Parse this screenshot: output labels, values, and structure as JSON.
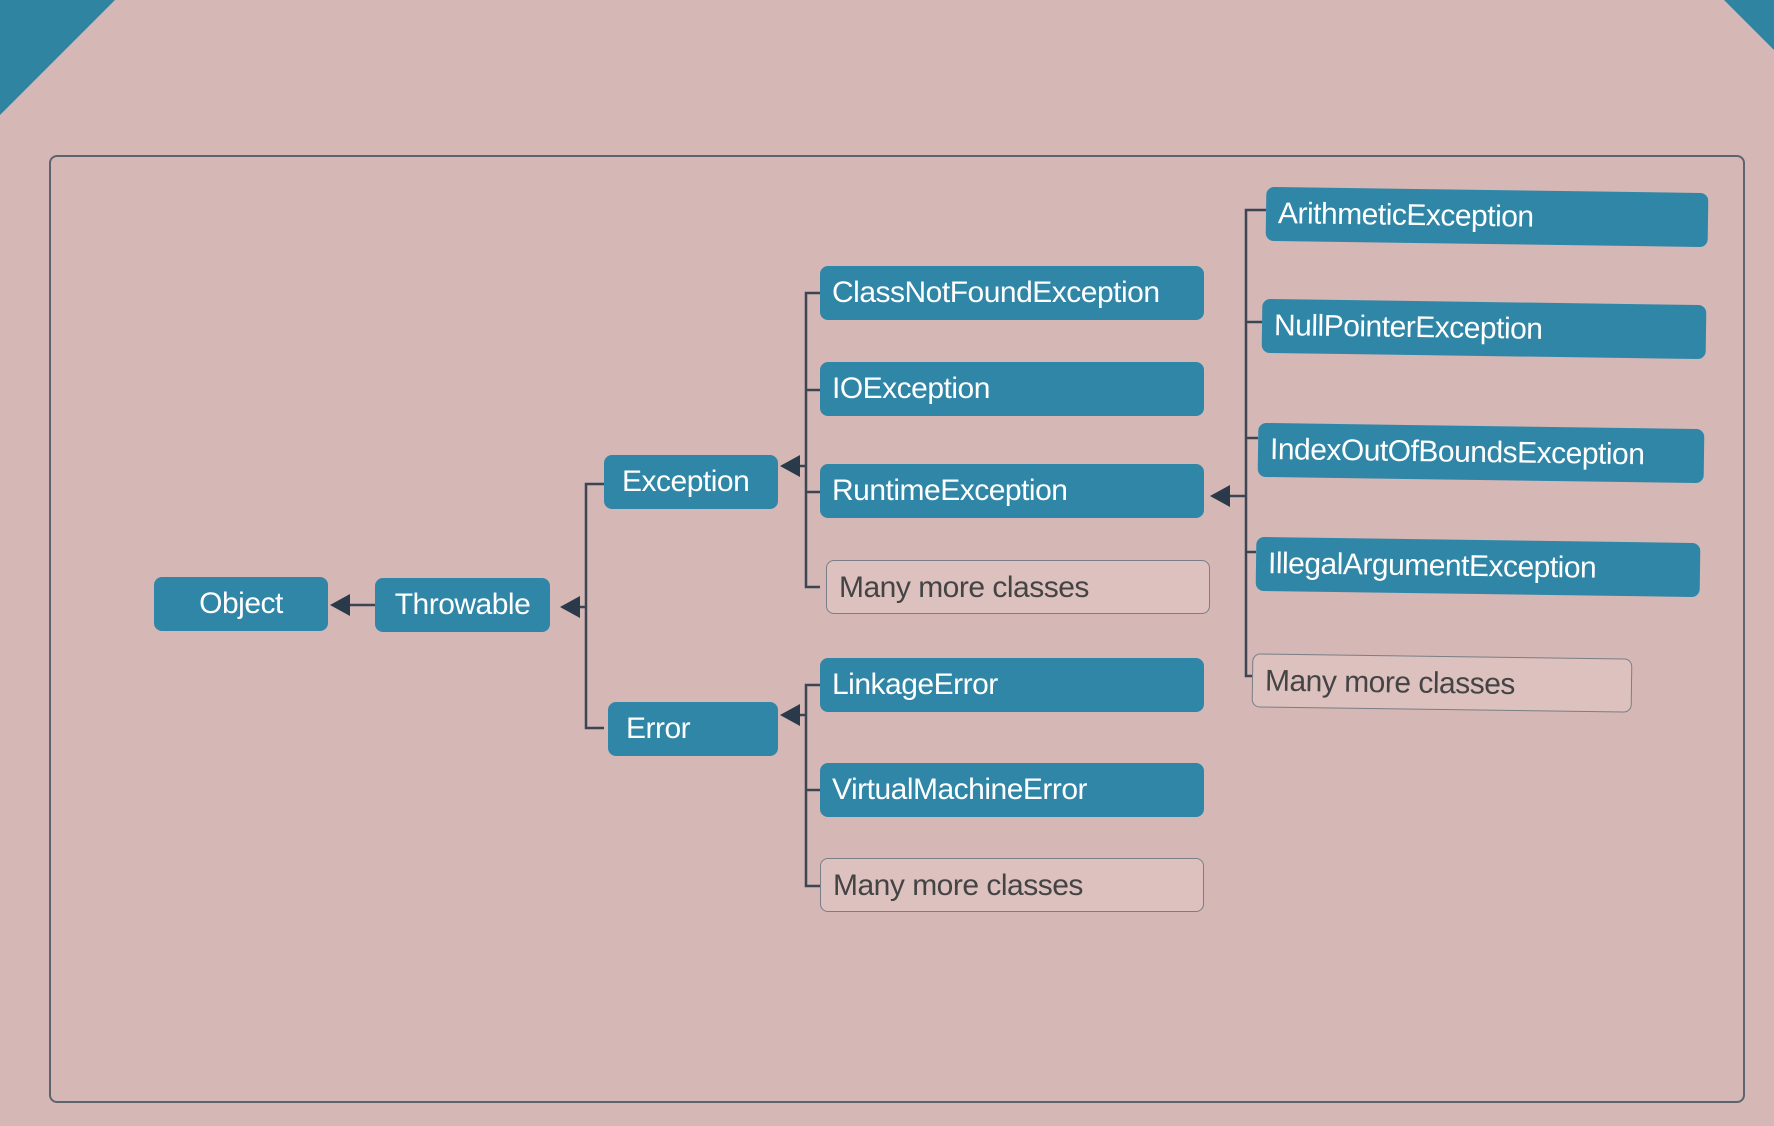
{
  "colors": {
    "slide_background": "#d5b7b5",
    "node_fill": "#2f86a7",
    "node_text": "#ffffff",
    "outline_node_text": "#444444",
    "connector": "#3b4652",
    "accent_corner": "#2f84a2"
  },
  "diagram": {
    "root": "Object",
    "throwable": "Throwable",
    "exception": "Exception",
    "error": "Error",
    "exception_children": [
      "ClassNotFoundException",
      "IOException",
      "RuntimeException",
      "Many more classes"
    ],
    "runtime_children": [
      "ArithmeticException",
      "NullPointerException",
      "IndexOutOfBoundsException",
      "IllegalArgumentException",
      "Many more classes"
    ],
    "error_children": [
      "LinkageError",
      "VirtualMachineError",
      "Many more classes"
    ]
  }
}
